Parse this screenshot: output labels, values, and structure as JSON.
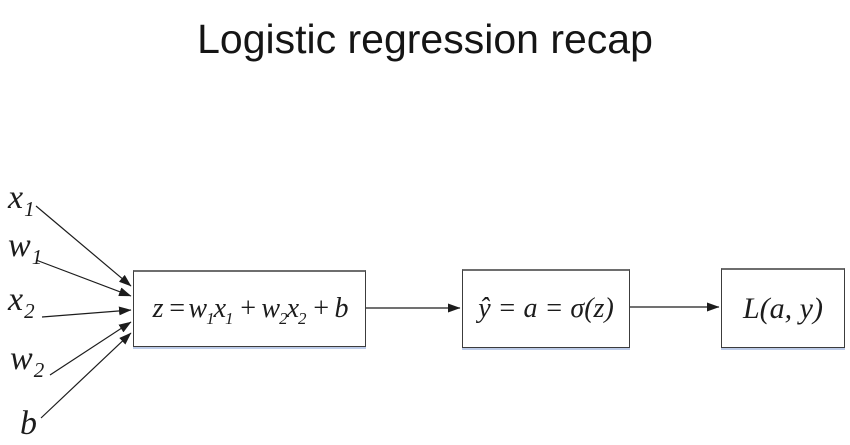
{
  "title": "Logistic regression recap",
  "inputs": [
    {
      "base": "x",
      "sub": "1"
    },
    {
      "base": "w",
      "sub": "1"
    },
    {
      "base": "x",
      "sub": "2"
    },
    {
      "base": "w",
      "sub": "2"
    },
    {
      "base": "b",
      "sub": ""
    }
  ],
  "nodes": {
    "linear": {
      "parts": [
        {
          "t": "z",
          "s": ""
        },
        {
          "t": "=",
          "s": ""
        },
        {
          "t": "w",
          "s": "1"
        },
        {
          "t": "x",
          "s": "1"
        },
        {
          "t": "+",
          "s": ""
        },
        {
          "t": "w",
          "s": "2"
        },
        {
          "t": "x",
          "s": "2"
        },
        {
          "t": "+",
          "s": ""
        },
        {
          "t": "b",
          "s": ""
        }
      ]
    },
    "activation": {
      "formula": "ŷ = a = σ(z)"
    },
    "loss": {
      "formula": "L(a, y)"
    }
  },
  "colors": {
    "ink": "#1c1c1c",
    "box_border": "#3c3c3c",
    "box_border_top": "#6e6e6e",
    "shadow": "#bccbe8",
    "background": "#ffffff"
  }
}
